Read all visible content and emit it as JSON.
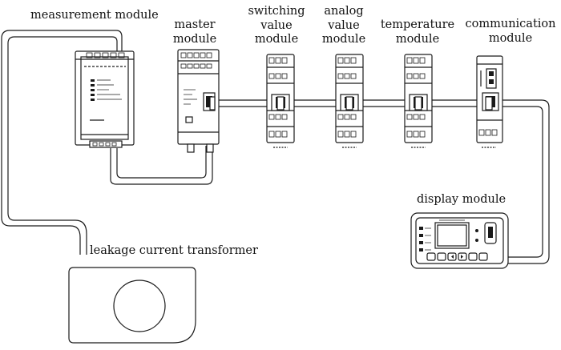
{
  "labels": {
    "measurement": "measurement module",
    "master": [
      "master",
      "module"
    ],
    "switching": [
      "switching",
      "value",
      "module"
    ],
    "analog": [
      "analog",
      "value",
      "module"
    ],
    "temperature": [
      "temperature",
      "module"
    ],
    "communication": [
      "communication",
      "module"
    ],
    "display": "display module",
    "leakage": "leakage current transformer"
  },
  "colors": {
    "stroke": "#1a1a1a",
    "fill": "#ffffff"
  },
  "icons": {
    "measurement": "measurement-module-device",
    "master": "master-module-device",
    "switching": "switching-value-module-device",
    "analog": "analog-value-module-device",
    "temperature": "temperature-module-device",
    "communication": "communication-module-device",
    "display": "display-module-device",
    "leakage": "leakage-current-transformer-ring"
  }
}
